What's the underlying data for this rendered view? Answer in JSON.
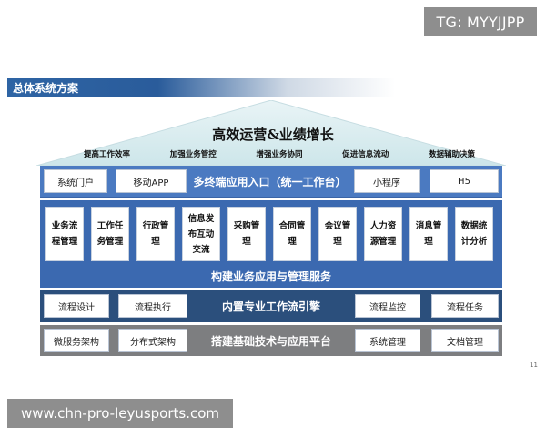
{
  "overlays": {
    "top_right": "TG: MYYJJPP",
    "bottom_left": "www.chn-pro-leyusports.com"
  },
  "header": {
    "title": "总体系统方案"
  },
  "roof": {
    "title": "高效运营&业绩增长",
    "items": [
      "提高工作效率",
      "加强业务管控",
      "增强业务协同",
      "促进信息流动",
      "数据辅助决策"
    ]
  },
  "entry_layer": {
    "title": "多终端应用入口（统一工作台）",
    "items": [
      "系统门户",
      "移动APP",
      "小程序",
      "H5"
    ]
  },
  "business_layer": {
    "title": "构建业务应用与管理服务",
    "modules": [
      "业务流程管理",
      "工作任务管理",
      "行政管理",
      "信息发布互动交流",
      "采购管理",
      "合同管理",
      "会议管理",
      "人力资源管理",
      "消息管理",
      "数据统计分析"
    ]
  },
  "workflow_layer": {
    "title": "内置专业工作流引擎",
    "items": [
      "流程设计",
      "流程执行",
      "流程监控",
      "流程任务"
    ]
  },
  "platform_layer": {
    "title": "搭建基础技术与应用平台",
    "items": [
      "微服务架构",
      "分布式架构",
      "系统管理",
      "文档管理"
    ]
  },
  "page_number": "11",
  "colors": {
    "header_blue": "#2e64a4",
    "entry_band": "#4b7ac1",
    "business_band": "#3b69b0",
    "workflow_band": "#2b4f7c",
    "platform_band": "#7d7e80"
  }
}
